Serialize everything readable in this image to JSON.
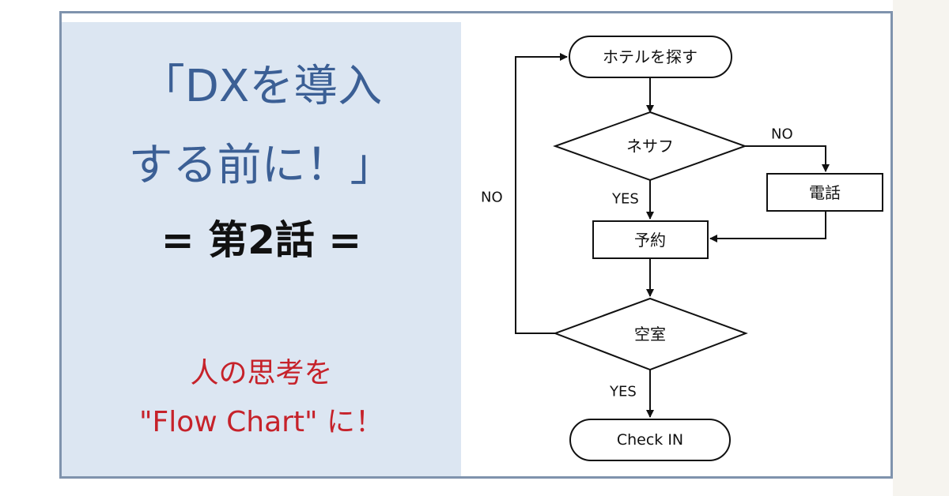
{
  "title": {
    "line1": "「DXを導入",
    "line2": "する前に！」",
    "episode": "= 第2話 ="
  },
  "subtitle": {
    "line1": "人の思考を",
    "line2": "\"Flow Chart\" に！"
  },
  "flowchart": {
    "start": "ホテルを探す",
    "decision_net": "ネサフ",
    "phone": "電話",
    "reserve": "予約",
    "decision_vacancy": "空室",
    "end": "Check IN",
    "label_no_net": "NO",
    "label_yes_net": "YES",
    "label_no_loop": "NO",
    "label_yes_vacancy": "YES"
  },
  "colors": {
    "title_blue": "#3b5f95",
    "subtitle_red": "#c6222a",
    "panel_bg": "#dce6f2",
    "frame_border": "#7f93ad"
  }
}
